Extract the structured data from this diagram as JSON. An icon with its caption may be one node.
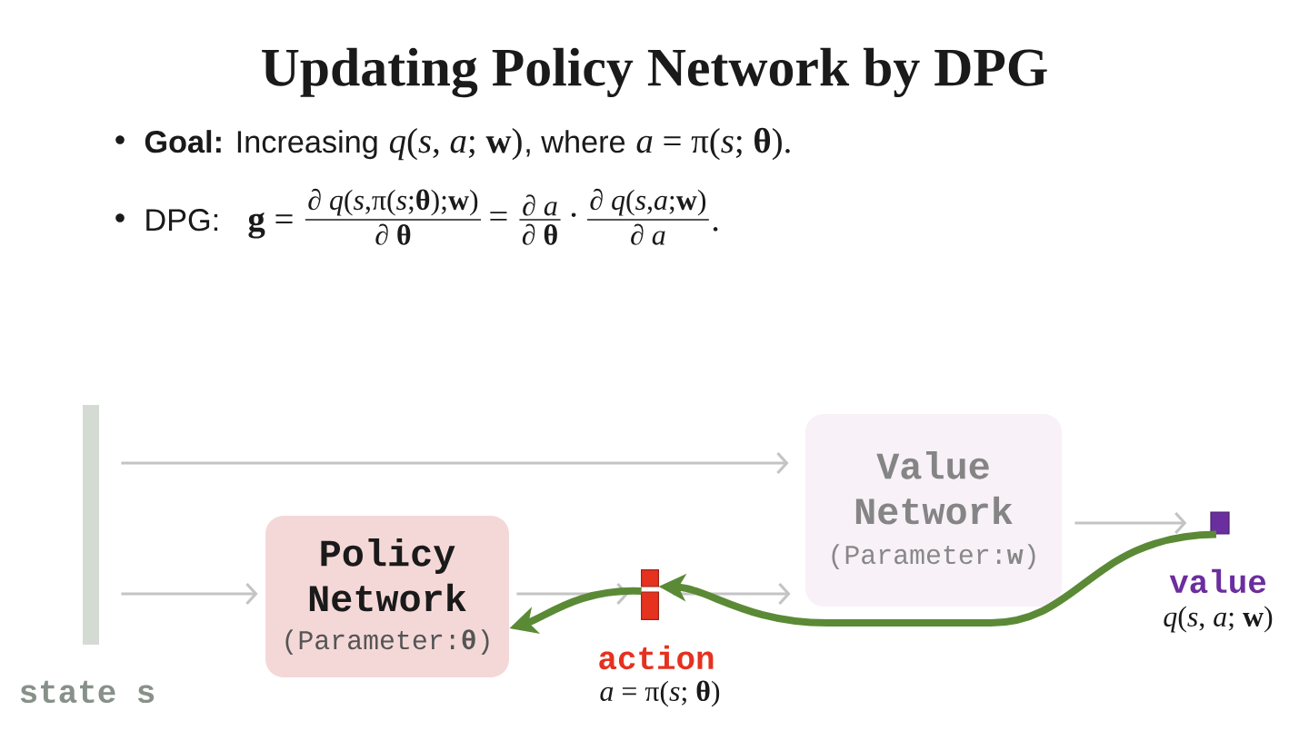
{
  "diagram": {
    "title": "Updating Policy Network by DPG",
    "nodes": [
      {
        "text": [],
        "shape": "bar",
        "beside": [
          "state s"
        ]
      },
      {
        "text": [
          "Policy Network",
          "(Parameter:**θ**)"
        ]
      },
      {
        "text": [
          "Value Network",
          "(Parameter:**w**)"
        ]
      },
      {
        "text": [],
        "shape": "box",
        "beside": [
          "action",
          "*a* = π(*s*; **θ**)"
        ]
      },
      {
        "text": [],
        "shape": "box",
        "beside": [
          "value",
          "*q*(*s*, *a*; **w**)"
        ]
      }
    ],
    "edges": [
      {
        "from": 0,
        "to": 2,
        "arrow": "to"
      },
      {
        "from": 0,
        "to": 1,
        "arrow": "to"
      },
      {
        "from": 1,
        "to": 3,
        "arrow": "to"
      },
      {
        "from": 3,
        "to": 2,
        "arrow": "to"
      },
      {
        "from": 2,
        "to": 4,
        "arrow": "to"
      },
      {
        "from": 4,
        "to": 3,
        "arrow": "to",
        "style": "thick",
        "color": "#5b8a36"
      },
      {
        "from": 3,
        "to": 1,
        "arrow": "to",
        "style": "thick",
        "color": "#5b8a36"
      }
    ],
    "labels": [
      "**Goal:** Increasing",
      "*q*(*s*, *a*; **w**)",
      ", where",
      "*a* = π(*s*; **θ**).",
      "DPG:",
      "**g** =",
      "∂ *q*(*s*,π(*s*;**θ**);**w**)",
      "∂ **θ**",
      "=",
      "∂ *a*",
      "∂ **θ**",
      "·",
      "∂ *q*(*s*,*a*;**w**)",
      "∂ *a*",
      "."
    ]
  }
}
